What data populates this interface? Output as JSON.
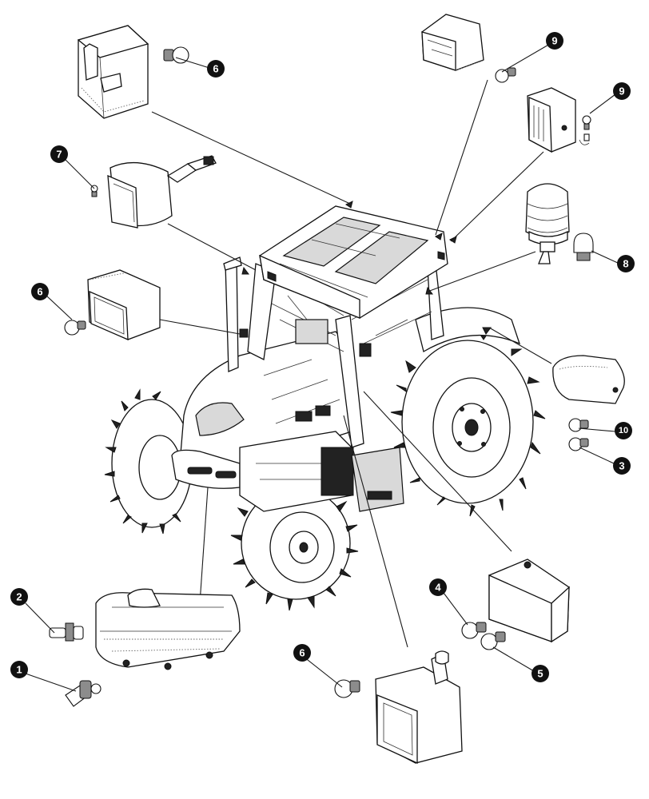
{
  "callouts": [
    {
      "id": "c1",
      "label": "1"
    },
    {
      "id": "c2",
      "label": "2"
    },
    {
      "id": "c3",
      "label": "3"
    },
    {
      "id": "c4",
      "label": "4"
    },
    {
      "id": "c5",
      "label": "5"
    },
    {
      "id": "c6a",
      "label": "6"
    },
    {
      "id": "c6b",
      "label": "6"
    },
    {
      "id": "c6c",
      "label": "6"
    },
    {
      "id": "c7",
      "label": "7"
    },
    {
      "id": "c8",
      "label": "8"
    },
    {
      "id": "c9a",
      "label": "9"
    },
    {
      "id": "c9b",
      "label": "9"
    },
    {
      "id": "c10",
      "label": "10"
    }
  ],
  "colors": {
    "ink": "#111111",
    "fill": "#ffffff",
    "shade": "#d9d9d9"
  }
}
